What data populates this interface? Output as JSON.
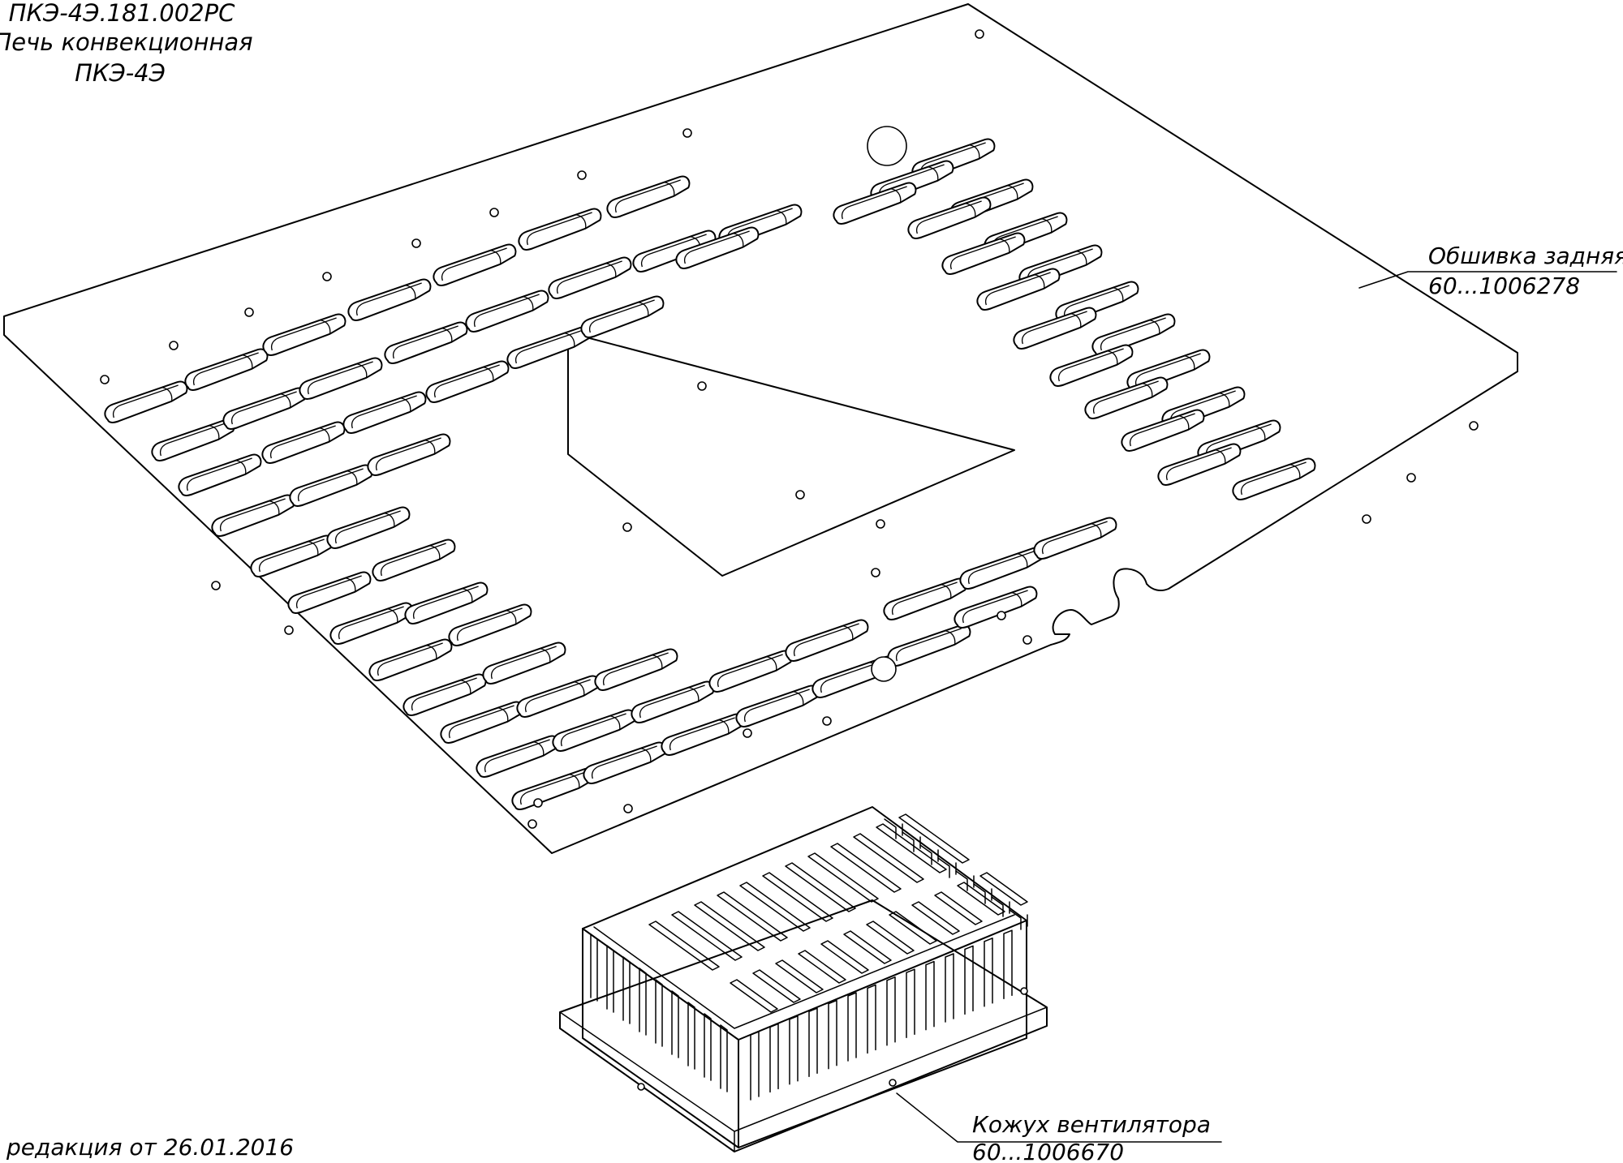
{
  "title_block": {
    "doc_code": "ПКЭ-4Э.181.002РС",
    "product_name": "Печь конвекционная",
    "product_model": "ПКЭ-4Э"
  },
  "parts": [
    {
      "name": "Обшивка задняя",
      "number": "60...1006278"
    },
    {
      "name": "Кожух вентилятора",
      "number": "60...1006670"
    }
  ],
  "revision": "редакция от 26.01.2016"
}
